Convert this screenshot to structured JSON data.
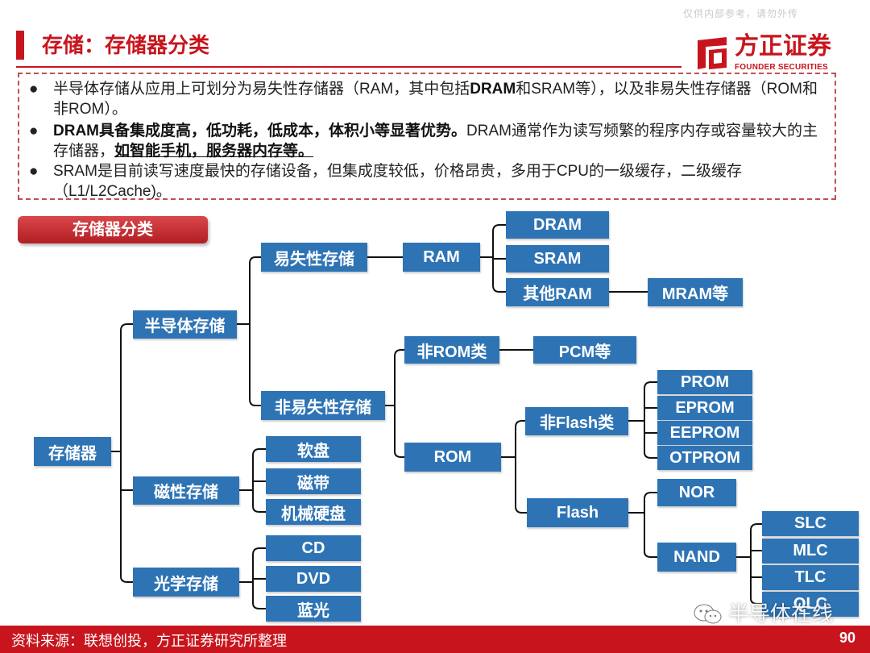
{
  "header": {
    "title": "存储：存储器分类",
    "watermark": "仅供内部参考，请勿外传"
  },
  "logo": {
    "name_cn": "方正证券",
    "name_en": "FOUNDER SECURITIES",
    "brand_color": "#c8151d"
  },
  "notes": {
    "items": [
      {
        "parts": [
          {
            "text": "半导体存储从应用上可划分为易失性存储器（RAM，其中包括",
            "bold": false,
            "underline": false
          },
          {
            "text": "DRAM",
            "bold": true,
            "underline": false
          },
          {
            "text": "和SRAM等），以及非易失性存储器（ROM和非ROM）。",
            "bold": false,
            "underline": false
          }
        ]
      },
      {
        "parts": [
          {
            "text": "DRAM具备集成度高，低功耗，低成本，体积小等显著优势。",
            "bold": true,
            "underline": false
          },
          {
            "text": "DRAM通常作为读写频繁的程序内存或容量较大的主存储器，",
            "bold": false,
            "underline": false
          },
          {
            "text": "如智能手机，服务器内存等。",
            "bold": true,
            "underline": true
          }
        ]
      },
      {
        "parts": [
          {
            "text": "SRAM是目前读写速度最快的存储设备，但集成度较低，价格昂贵，多用于CPU的一级缓存，二级缓存（L1/L2Cache)。",
            "bold": false,
            "underline": false
          }
        ]
      }
    ]
  },
  "diagram": {
    "section_label": "存储器分类",
    "node_color": "#2e74b5",
    "nodes": {
      "root": "存储器",
      "semiconductor": "半导体存储",
      "magnetic": "磁性存储",
      "optical": "光学存储",
      "volatile": "易失性存储",
      "nonvolatile": "非易失性存储",
      "ram": "RAM",
      "dram": "DRAM",
      "sram": "SRAM",
      "other_ram": "其他RAM",
      "mram": "MRAM等",
      "non_rom": "非ROM类",
      "pcm": "PCM等",
      "rom": "ROM",
      "non_flash": "非Flash类",
      "prom": "PROM",
      "eprom": "EPROM",
      "eeprom": "EEPROM",
      "otprom": "OTPROM",
      "flash": "Flash",
      "nor": "NOR",
      "nand": "NAND",
      "slc": "SLC",
      "mlc": "MLC",
      "tlc": "TLC",
      "qlc": "QLC",
      "floppy": "软盘",
      "tape": "磁带",
      "hdd": "机械硬盘",
      "cd": "CD",
      "dvd": "DVD",
      "bluray": "蓝光"
    }
  },
  "footer": {
    "source": "资料来源：联想创投，方正证券研究所整理",
    "page_number": "90",
    "wechat_watermark": "半导体在线"
  }
}
